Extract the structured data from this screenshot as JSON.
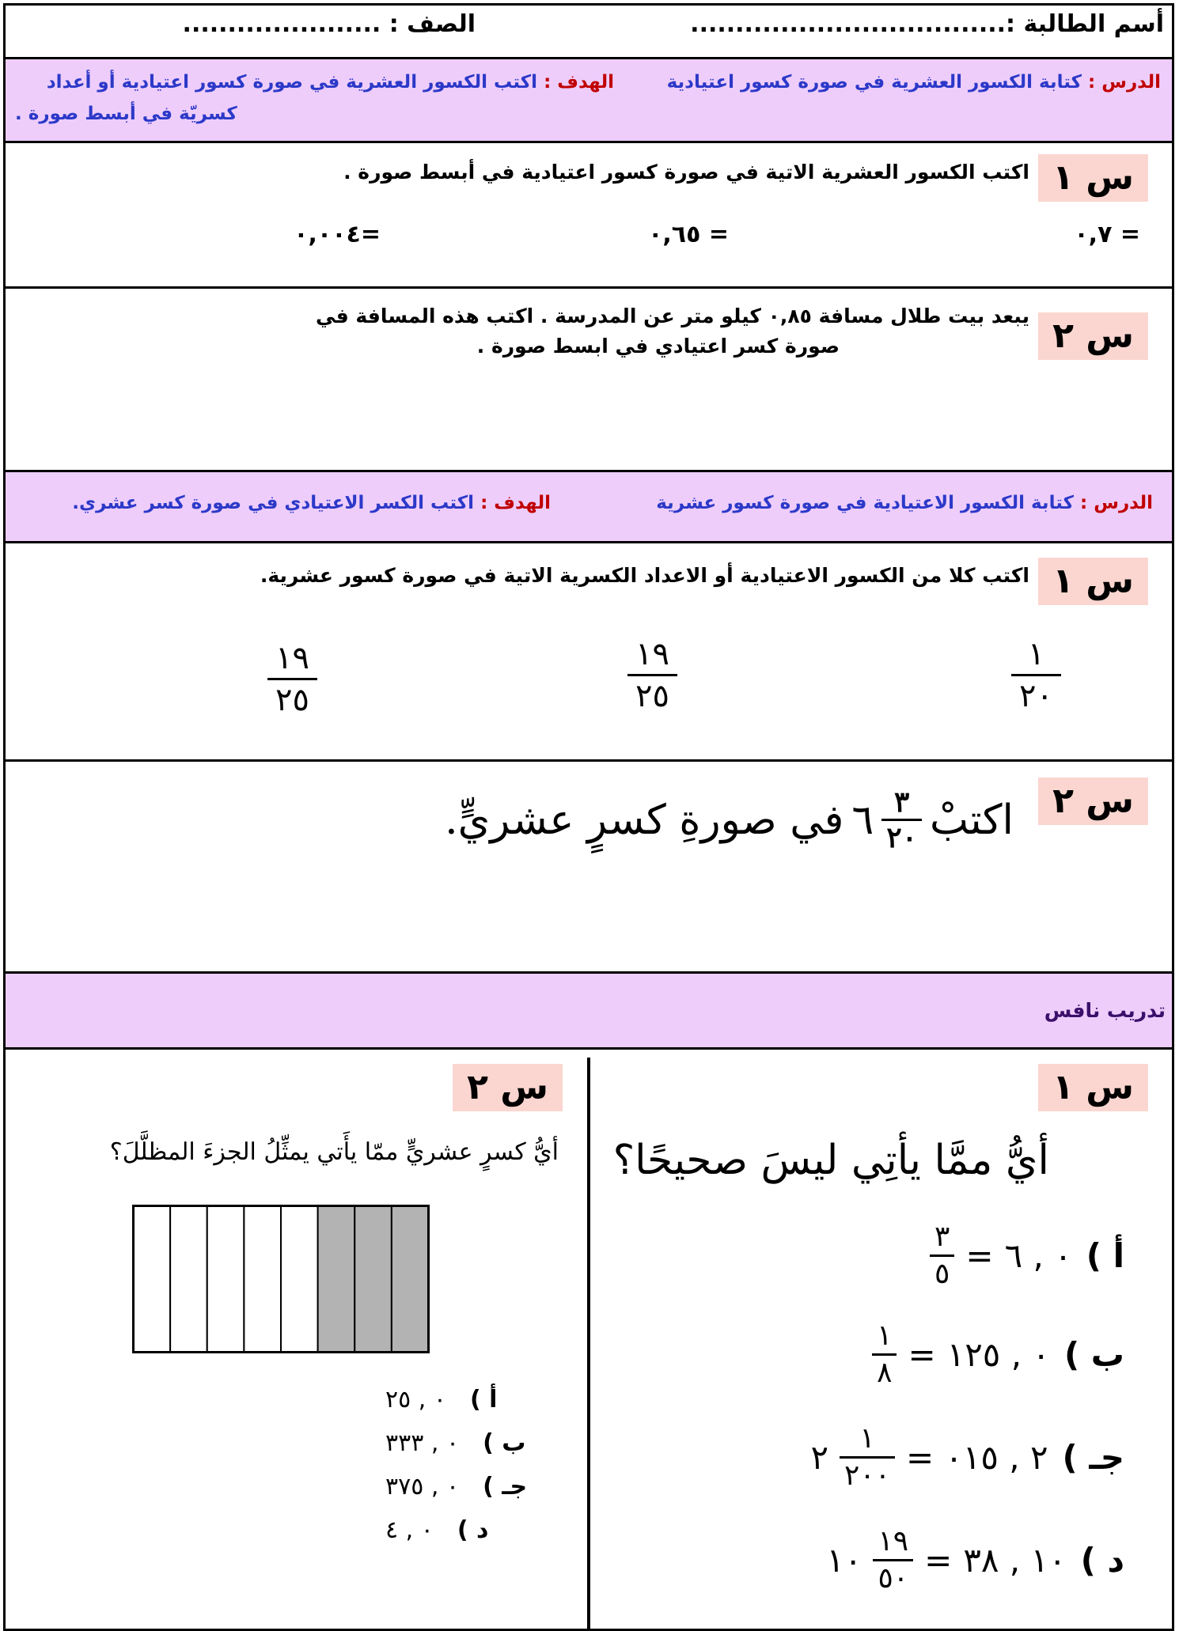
{
  "header": {
    "student_name": "أسم الطالبة :...................................",
    "class": "الصف : ......................"
  },
  "lesson1": {
    "lesson_label": "الدرس :",
    "lesson_title": "كتابة الكسور العشرية في صورة كسور اعتيادية",
    "goal_label": "الهدف :",
    "goal_line1": "اكتب الكسور العشرية في صورة كسور اعتيادية أو أعداد",
    "goal_line2": "كسريّة في أبسط صورة ."
  },
  "s1a": {
    "label": "س ١",
    "prompt": "اكتب الكسور العشرية الاتية في صورة كسور اعتيادية في أبسط صورة .",
    "items": [
      "= ٠,٧",
      "= ٠,٦٥",
      "=٠,٠٠٤"
    ]
  },
  "s2a": {
    "label": "س ٢",
    "line1": "يبعد بيت طلال مسافة ٠,٨٥ كيلو متر عن المدرسة . اكتب هذه المسافة في",
    "line2": "صورة كسر اعتيادي في ابسط صورة ."
  },
  "lesson2": {
    "lesson_label": "الدرس :",
    "lesson_title": "كتابة الكسور الاعتيادية في صورة كسور عشرية",
    "goal_label": "الهدف :",
    "goal_text": "اكتب الكسر الاعتيادي في صورة كسر عشري."
  },
  "s1b": {
    "label": "س ١",
    "prompt": "اكتب كلا من الكسور الاعتيادية أو الاعداد الكسرية الاتية في صورة كسور عشرية.",
    "fractions": [
      {
        "num": "١",
        "den": "٢٠"
      },
      {
        "num": "١٩",
        "den": "٢٥"
      },
      {
        "num": "١٩",
        "den": "٢٥"
      }
    ]
  },
  "s2b": {
    "label": "س ٢",
    "text_before": "اكتبْ",
    "whole": "٦",
    "num": "٣",
    "den": "٢٠",
    "text_after": "في صورةِ كسرٍ عشريٍّ."
  },
  "practice": {
    "title": "تدريب نافس"
  },
  "p1": {
    "label": "س ١",
    "question": "أيُّ ممَّا يأتِي ليسَ صحيحًا؟",
    "options": [
      {
        "letter": "أ )",
        "whole": "",
        "num": "٣",
        "den": "٥",
        "rhs": "٠ , ٦"
      },
      {
        "letter": "ب )",
        "whole": "",
        "num": "١",
        "den": "٨",
        "rhs": "٠ , ١٢٥"
      },
      {
        "letter": "جـ )",
        "whole": "٢",
        "num": "١",
        "den": "٢٠٠",
        "rhs": "٢ , ٠١٥"
      },
      {
        "letter": "د )",
        "whole": "١٠",
        "num": "١٩",
        "den": "٥٠",
        "rhs": "١٠ , ٣٨"
      }
    ]
  },
  "p2": {
    "label": "س ٢",
    "question": "أيُّ كسرٍ عشريٍّ ممّا يأَتي يمثِّلُ الجزءَ المظلَّلَ؟",
    "grid": {
      "columns": 8,
      "shaded": 3,
      "shade_color": "#b3b3b3"
    },
    "options": [
      {
        "letter": "أ )",
        "value": "٠ , ٢٥"
      },
      {
        "letter": "ب )",
        "value": "٠ , ٣٣٣"
      },
      {
        "letter": "جـ )",
        "value": "٠ , ٣٧٥"
      },
      {
        "letter": "د )",
        "value": "٠ , ٤"
      }
    ]
  }
}
